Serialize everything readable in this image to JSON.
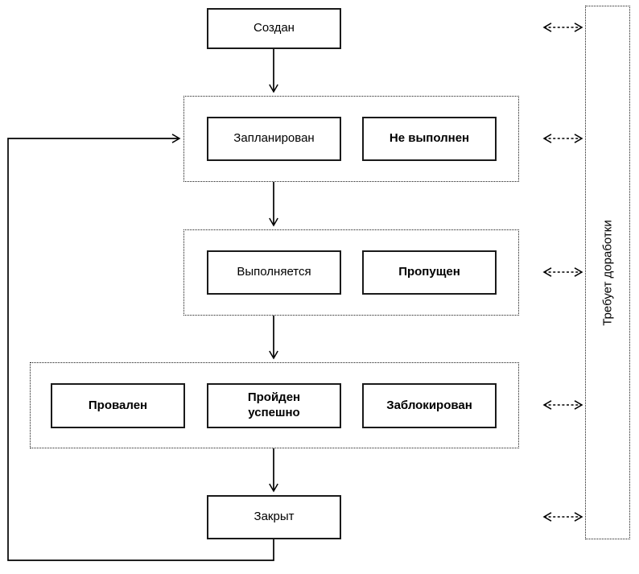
{
  "diagram": {
    "nodes": {
      "created": {
        "label": "Создан"
      },
      "planned": {
        "label": "Запланирован"
      },
      "not_executed": {
        "label": "Не выполнен"
      },
      "in_progress": {
        "label": "Выполняется"
      },
      "skipped": {
        "label": "Пропущен"
      },
      "failed": {
        "label": "Провален"
      },
      "passed": {
        "label": "Пройден успешно"
      },
      "blocked": {
        "label": "Заблокирован"
      },
      "closed": {
        "label": "Закрыт"
      },
      "rework": {
        "label": "Требует доработки"
      }
    },
    "groups": [
      {
        "members": [
          "Запланирован",
          "Не выполнен"
        ]
      },
      {
        "members": [
          "Выполняется",
          "Пропущен"
        ]
      },
      {
        "members": [
          "Провален",
          "Пройден успешно",
          "Заблокирован"
        ]
      }
    ],
    "edges": [
      {
        "from": "Создан",
        "to": "group-planned",
        "style": "solid-arrow"
      },
      {
        "from": "group-planned",
        "to": "group-executing",
        "style": "solid-arrow"
      },
      {
        "from": "group-executing",
        "to": "group-result",
        "style": "solid-arrow"
      },
      {
        "from": "group-result",
        "to": "Закрыт",
        "style": "solid-arrow"
      },
      {
        "from": "Закрыт",
        "to": "Запланирован",
        "style": "solid-arrow-loop"
      },
      {
        "from": "Создан",
        "to": "Требует доработки",
        "style": "dashed-double-arrow"
      },
      {
        "from": "group-planned",
        "to": "Требует доработки",
        "style": "dashed-double-arrow"
      },
      {
        "from": "group-executing",
        "to": "Требует доработки",
        "style": "dashed-double-arrow"
      },
      {
        "from": "group-result",
        "to": "Требует доработки",
        "style": "dashed-double-arrow"
      },
      {
        "from": "Закрыт",
        "to": "Требует доработки",
        "style": "dashed-double-arrow"
      }
    ],
    "colors": {
      "line": "#000000",
      "border": "#1a1a1a",
      "background": "#ffffff",
      "text": "#000000"
    }
  }
}
